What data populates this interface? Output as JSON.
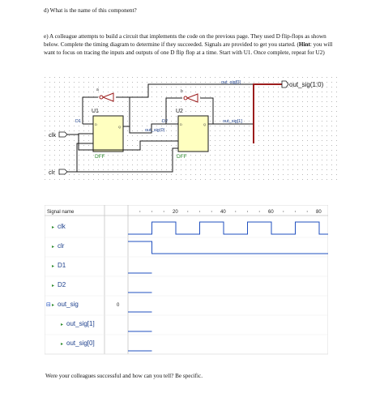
{
  "question_d": "d)   What is the name of this component?",
  "question_e": {
    "lead": "e)   A colleague attempts to build a circuit that implements the code on the previous page. They used D flip-flops as shown below. Complete the timing diagram to determine if they succeeded. Signals are provided to get you started. (",
    "hint_label": "Hint",
    "rest": ": you will want to focus on tracing the inputs and outputs of one D flip flop at a time. Start with U1. Once complete, repeat for U2)"
  },
  "schematic": {
    "ff1_name": "U1",
    "ff2_name": "U2",
    "ff_type": "DFF",
    "ff_type_2": "DFF",
    "d_pin": "D",
    "q_pin": "Q",
    "d_pin_2": "D",
    "q_pin_2": "Q",
    "wire_d1": "D1",
    "wire_d2": "D2",
    "wire_out0_mid": "out_sig(0)",
    "wire_out0_top": "out_sig[0]",
    "wire_out1": "out_sig[1]",
    "output_port": "out_sig(1:0)",
    "clk_port": "clk",
    "clr_port": "clr",
    "inv_a": "a",
    "inv_b": "b"
  },
  "timing": {
    "header": "Signal name",
    "ticks": [
      "20",
      "40",
      "60",
      "80"
    ],
    "signals": [
      {
        "name": "clk"
      },
      {
        "name": "clr"
      },
      {
        "name": "D1"
      },
      {
        "name": "D2"
      },
      {
        "name": "out_sig",
        "value": "0"
      },
      {
        "name": "out_sig[1]"
      },
      {
        "name": "out_sig[0]"
      }
    ]
  },
  "question_f": "Were your colleagues successful and how can you tell? Be specific.",
  "colors": {
    "ff_fill": "#ffffc0",
    "wire": "#1a1a1a",
    "output_bus": "#9b1c1c",
    "grid": "#b0b0b0",
    "label_blue": "#1c3f8c",
    "green": "#2e8b2e",
    "trace": "#1f4fbf"
  }
}
